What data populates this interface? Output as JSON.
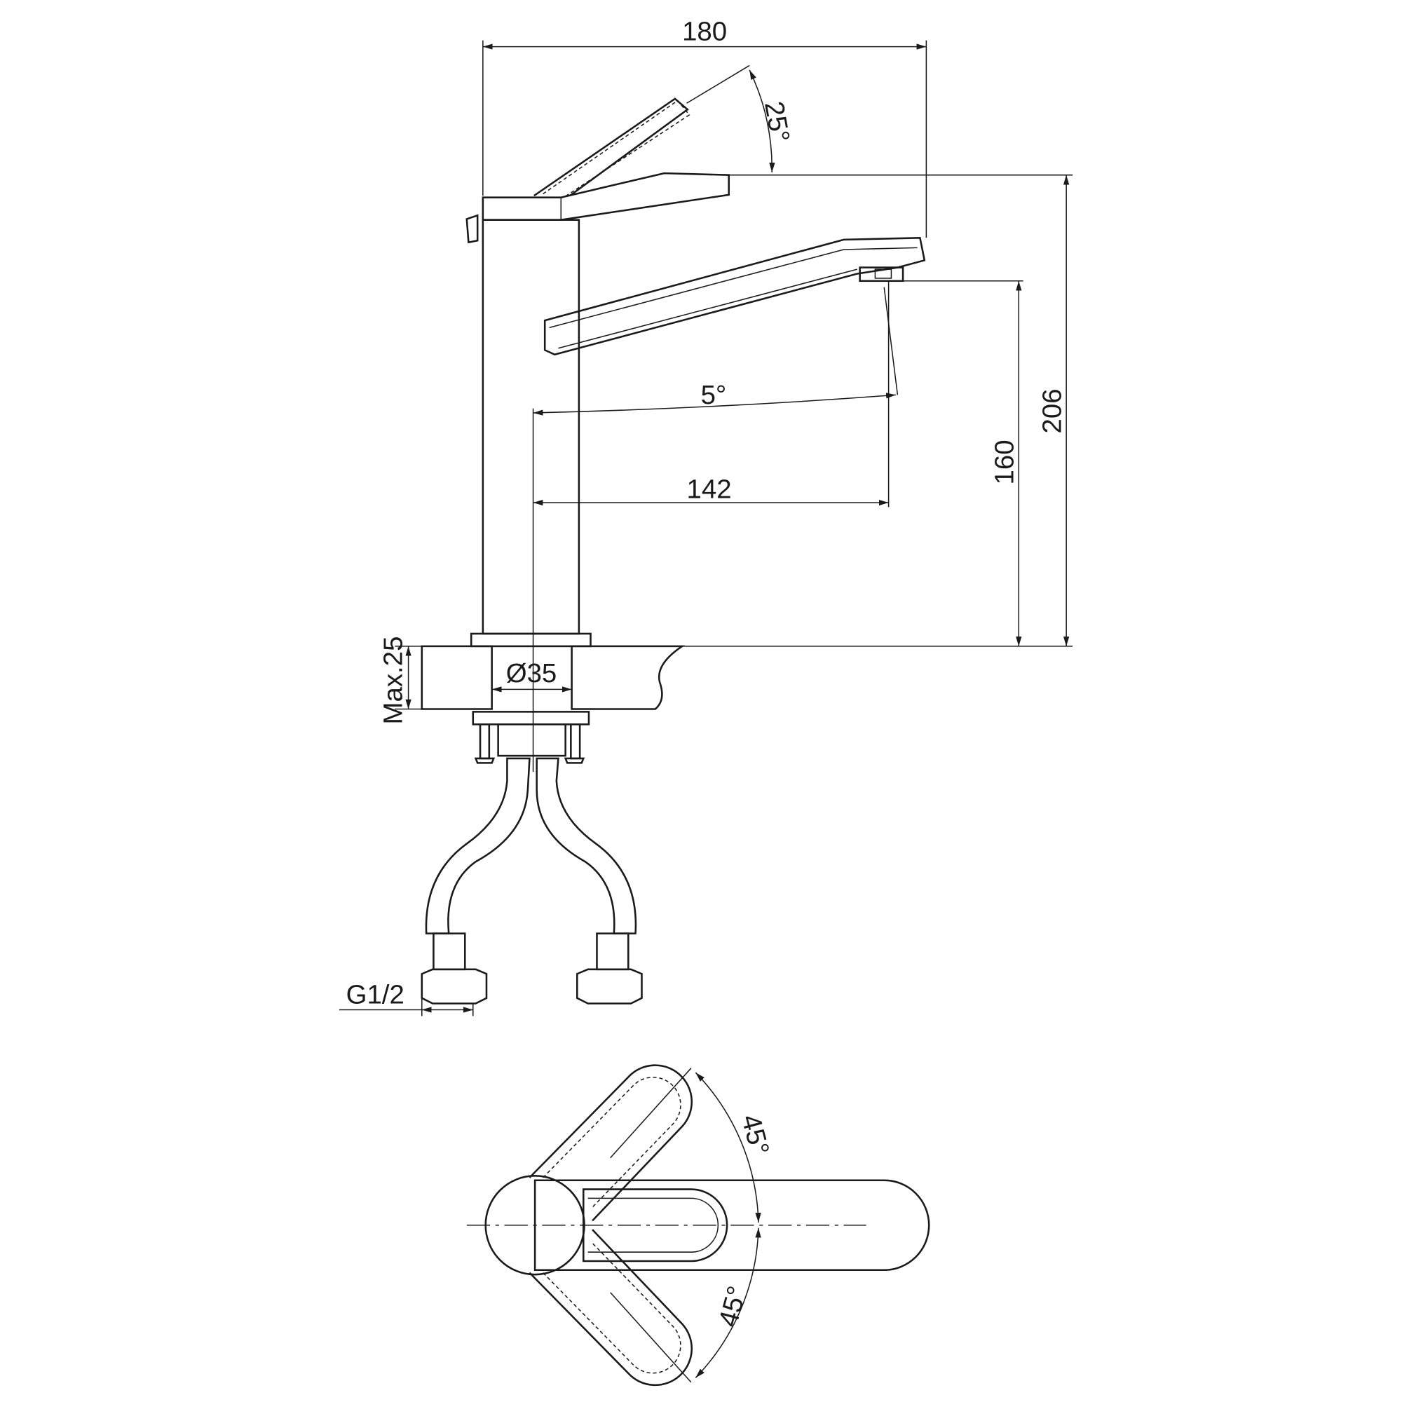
{
  "title": "Faucet dimensional drawing",
  "dimensions": {
    "overall_width": "180",
    "handle_angle": "25°",
    "overall_height": "206",
    "spout_height": "160",
    "spout_tilt": "5°",
    "spout_reach": "142",
    "max_counter_thickness": "Max.25",
    "mount_hole": "Ø35",
    "connection_thread": "G1/2",
    "rotation_left": "45°",
    "rotation_right": "45°"
  },
  "colors": {
    "line": "#1a1a1a",
    "background": "#ffffff"
  }
}
